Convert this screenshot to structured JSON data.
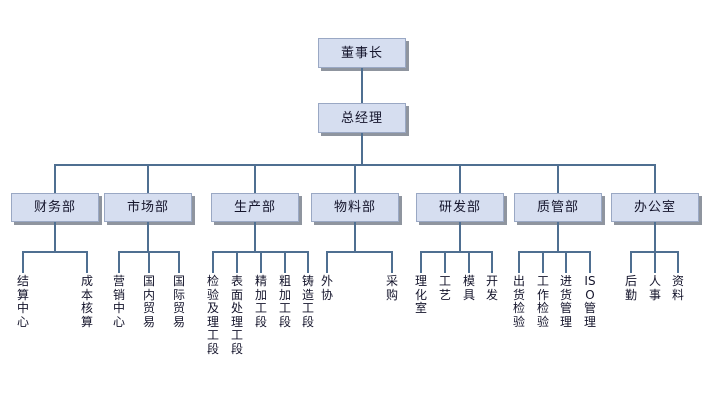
{
  "chart_title": "",
  "colors": {
    "box_fill": "#d6def0",
    "box_border": "#9aa8c4",
    "box_shadow": "#8f959f",
    "connector": "#4f6f91",
    "text": "#14142b",
    "background": "#ffffff"
  },
  "org": {
    "chairman": {
      "label": "董事长"
    },
    "general_manager": {
      "label": "总经理"
    },
    "departments": [
      {
        "label": "财务部",
        "children": [
          {
            "label": "结算中心"
          },
          {
            "label": "成本核算"
          }
        ]
      },
      {
        "label": "市场部",
        "children": [
          {
            "label": "营销中心"
          },
          {
            "label": "国内贸易"
          },
          {
            "label": "国际贸易"
          }
        ]
      },
      {
        "label": "生产部",
        "children": [
          {
            "label": "检验及理工段"
          },
          {
            "label": "表面处理工段"
          },
          {
            "label": "精加工段"
          },
          {
            "label": "粗加工段"
          },
          {
            "label": "铸造工段"
          }
        ]
      },
      {
        "label": "物料部",
        "children": [
          {
            "label": "外协"
          },
          {
            "label": "采购"
          }
        ]
      },
      {
        "label": "研发部",
        "children": [
          {
            "label": "理化室"
          },
          {
            "label": "工艺"
          },
          {
            "label": "模具"
          },
          {
            "label": "开发"
          }
        ]
      },
      {
        "label": "质管部",
        "children": [
          {
            "label": "出货检验"
          },
          {
            "label": "工作检验"
          },
          {
            "label": "进货管理"
          },
          {
            "label": "ISO管理"
          }
        ]
      },
      {
        "label": "办公室",
        "children": [
          {
            "label": "后勤"
          },
          {
            "label": "人事"
          },
          {
            "label": "资料"
          }
        ]
      }
    ]
  }
}
